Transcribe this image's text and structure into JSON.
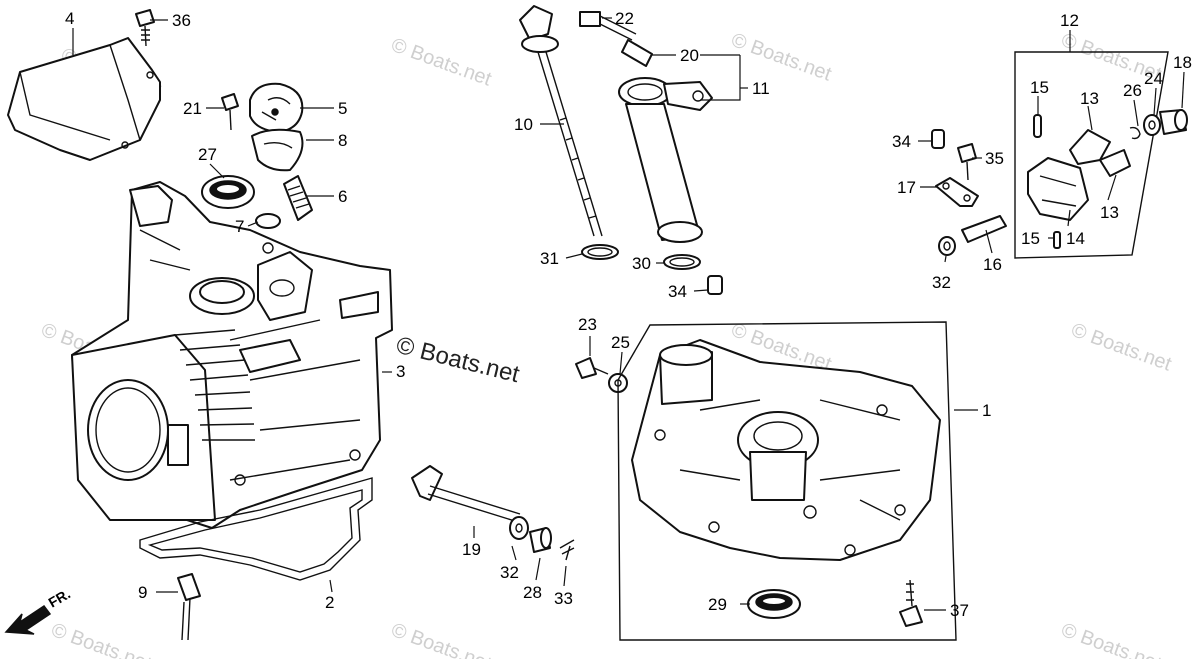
{
  "watermark": "© Boats.net",
  "front_label": "FR.",
  "callouts": {
    "c1": "1",
    "c2": "2",
    "c3": "3",
    "c4": "4",
    "c5": "5",
    "c6": "6",
    "c7": "7",
    "c8": "8",
    "c9": "9",
    "c10": "10",
    "c11": "11",
    "c12": "12",
    "c13a": "13",
    "c13b": "13",
    "c14": "14",
    "c15a": "15",
    "c15b": "15",
    "c16": "16",
    "c17": "17",
    "c18": "18",
    "c19": "19",
    "c20": "20",
    "c21": "21",
    "c22": "22",
    "c23": "23",
    "c24": "24",
    "c25": "25",
    "c26": "26",
    "c27": "27",
    "c28": "28",
    "c29": "29",
    "c30": "30",
    "c31": "31",
    "c32a": "32",
    "c32b": "32",
    "c33": "33",
    "c34a": "34",
    "c34b": "34",
    "c35": "35",
    "c36": "36",
    "c37": "37"
  }
}
